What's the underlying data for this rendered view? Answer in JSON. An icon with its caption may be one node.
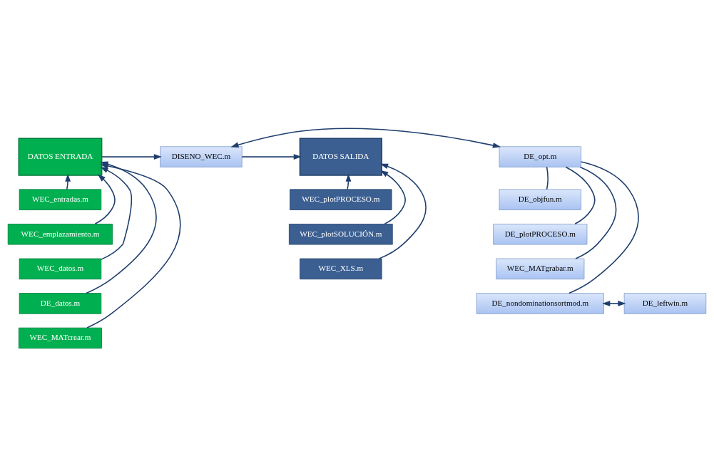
{
  "diagram": {
    "nodes": [
      {
        "text": [
          "DATOS ENTRADA"
        ]
      },
      {
        "text": [
          "DISENO_WEC.m"
        ]
      },
      {
        "text": [
          "DATOS SALIDA"
        ]
      },
      {
        "text": [
          "DE_opt.m"
        ]
      },
      {
        "text": [
          "WEC_entradas.m"
        ]
      },
      {
        "text": [
          "WEC_emplazamiento.m"
        ]
      },
      {
        "text": [
          "WEC_datos.m"
        ]
      },
      {
        "text": [
          "DE_datos.m"
        ]
      },
      {
        "text": [
          "WEC_MATcrear.m"
        ]
      },
      {
        "text": [
          "DE_objfun.m"
        ]
      },
      {
        "text": [
          "DE_plotPROCESO.m"
        ]
      },
      {
        "text": [
          "WEC_MATgrabar.m"
        ]
      },
      {
        "text": [
          "DE_nondominationsortmod.m"
        ]
      },
      {
        "text": [
          "DE_leftwin.m"
        ]
      },
      {
        "text": [
          "WEC_plotPROCESO.m"
        ]
      },
      {
        "text": [
          "WEC_plotSOLUCIÓN.m"
        ]
      },
      {
        "text": [
          "WEC_XLS.m"
        ]
      }
    ],
    "edges": [
      {
        "from": 0,
        "to": 1,
        "arrow": "to"
      },
      {
        "from": 1,
        "to": 2,
        "arrow": "to"
      },
      {
        "from": 1,
        "to": 3,
        "arrow": "both"
      },
      {
        "from": 4,
        "to": 0,
        "arrow": "to"
      },
      {
        "from": 5,
        "to": 0,
        "arrow": "to"
      },
      {
        "from": 6,
        "to": 0,
        "arrow": "to"
      },
      {
        "from": 7,
        "to": 0,
        "arrow": "to"
      },
      {
        "from": 8,
        "to": 0,
        "arrow": "to"
      },
      {
        "from": 3,
        "to": 9,
        "arrow": "none"
      },
      {
        "from": 3,
        "to": 10,
        "arrow": "none"
      },
      {
        "from": 3,
        "to": 11,
        "arrow": "none"
      },
      {
        "from": 3,
        "to": 12,
        "arrow": "none"
      },
      {
        "from": 12,
        "to": 13,
        "arrow": "both"
      },
      {
        "from": 14,
        "to": 2,
        "arrow": "to"
      },
      {
        "from": 15,
        "to": 2,
        "arrow": "to"
      },
      {
        "from": 16,
        "to": 2,
        "arrow": "to"
      }
    ]
  }
}
